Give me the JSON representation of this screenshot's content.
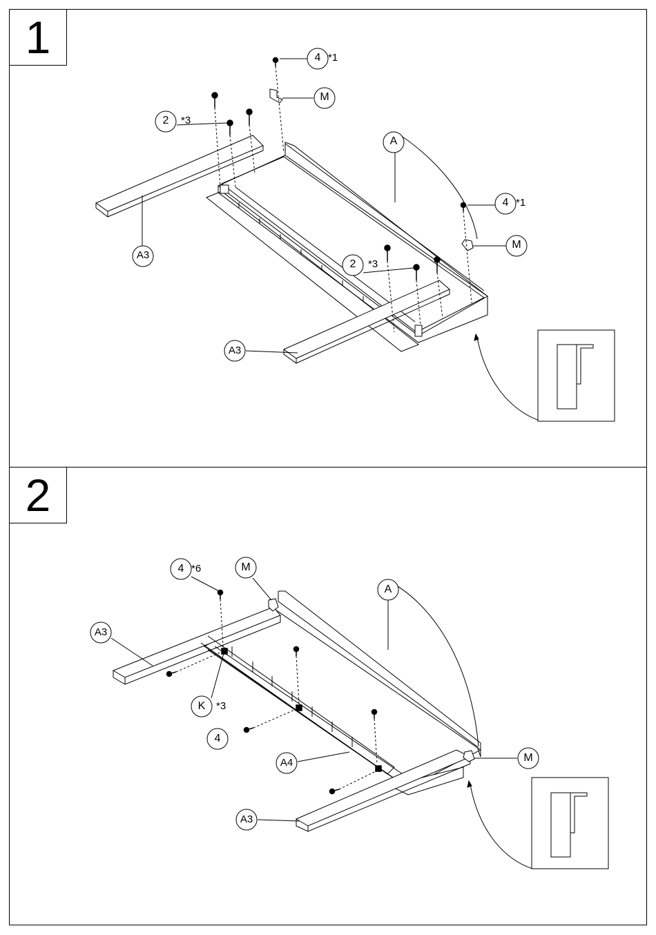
{
  "steps": [
    {
      "number": "1",
      "callouts": {
        "screw4": "4",
        "screw4_qty": "*1",
        "bracket_m": "M",
        "screw2_left": "2",
        "screw2_left_qty": "*3",
        "panel_a": "A",
        "screw4_right": "4",
        "screw4_right_qty": "*1",
        "bracket_m_right": "M",
        "screw2_right": "2",
        "screw2_right_qty": "*3",
        "rail_a3_left": "A3",
        "rail_a3_bottom": "A3"
      }
    },
    {
      "number": "2",
      "callouts": {
        "screw4": "4",
        "screw4_qty": "*6",
        "bracket_m": "M",
        "panel_a": "A",
        "rail_a3_left": "A3",
        "connector_k": "K",
        "connector_k_qty": "*3",
        "screw4_side": "4",
        "rail_a4": "A4",
        "bracket_m_right": "M",
        "rail_a3_bottom": "A3"
      }
    }
  ],
  "colors": {
    "line": "#000000",
    "background": "#ffffff",
    "sheet": "#ffffff"
  }
}
